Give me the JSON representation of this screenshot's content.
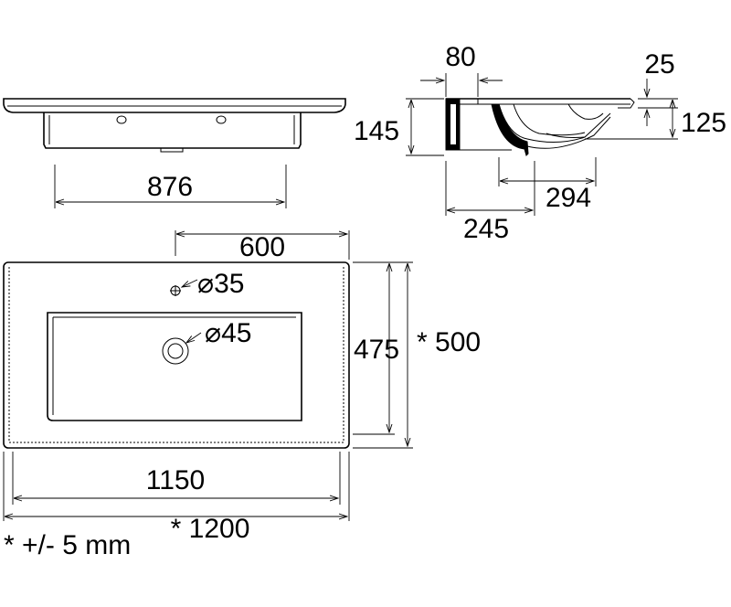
{
  "dimensions": {
    "front_width": "876",
    "section_top": "80",
    "section_top_right": "25",
    "section_height": "145",
    "section_right": "125",
    "section_294": "294",
    "section_245": "245",
    "plan_600": "600",
    "hole_35": "35",
    "hole_45": "45",
    "plan_475": "475",
    "plan_500": "* 500",
    "plan_1150": "1150",
    "plan_1200": "* 1200",
    "tolerance_note": "* +/- 5 mm"
  },
  "symbols": {
    "diameter": "⌀"
  }
}
